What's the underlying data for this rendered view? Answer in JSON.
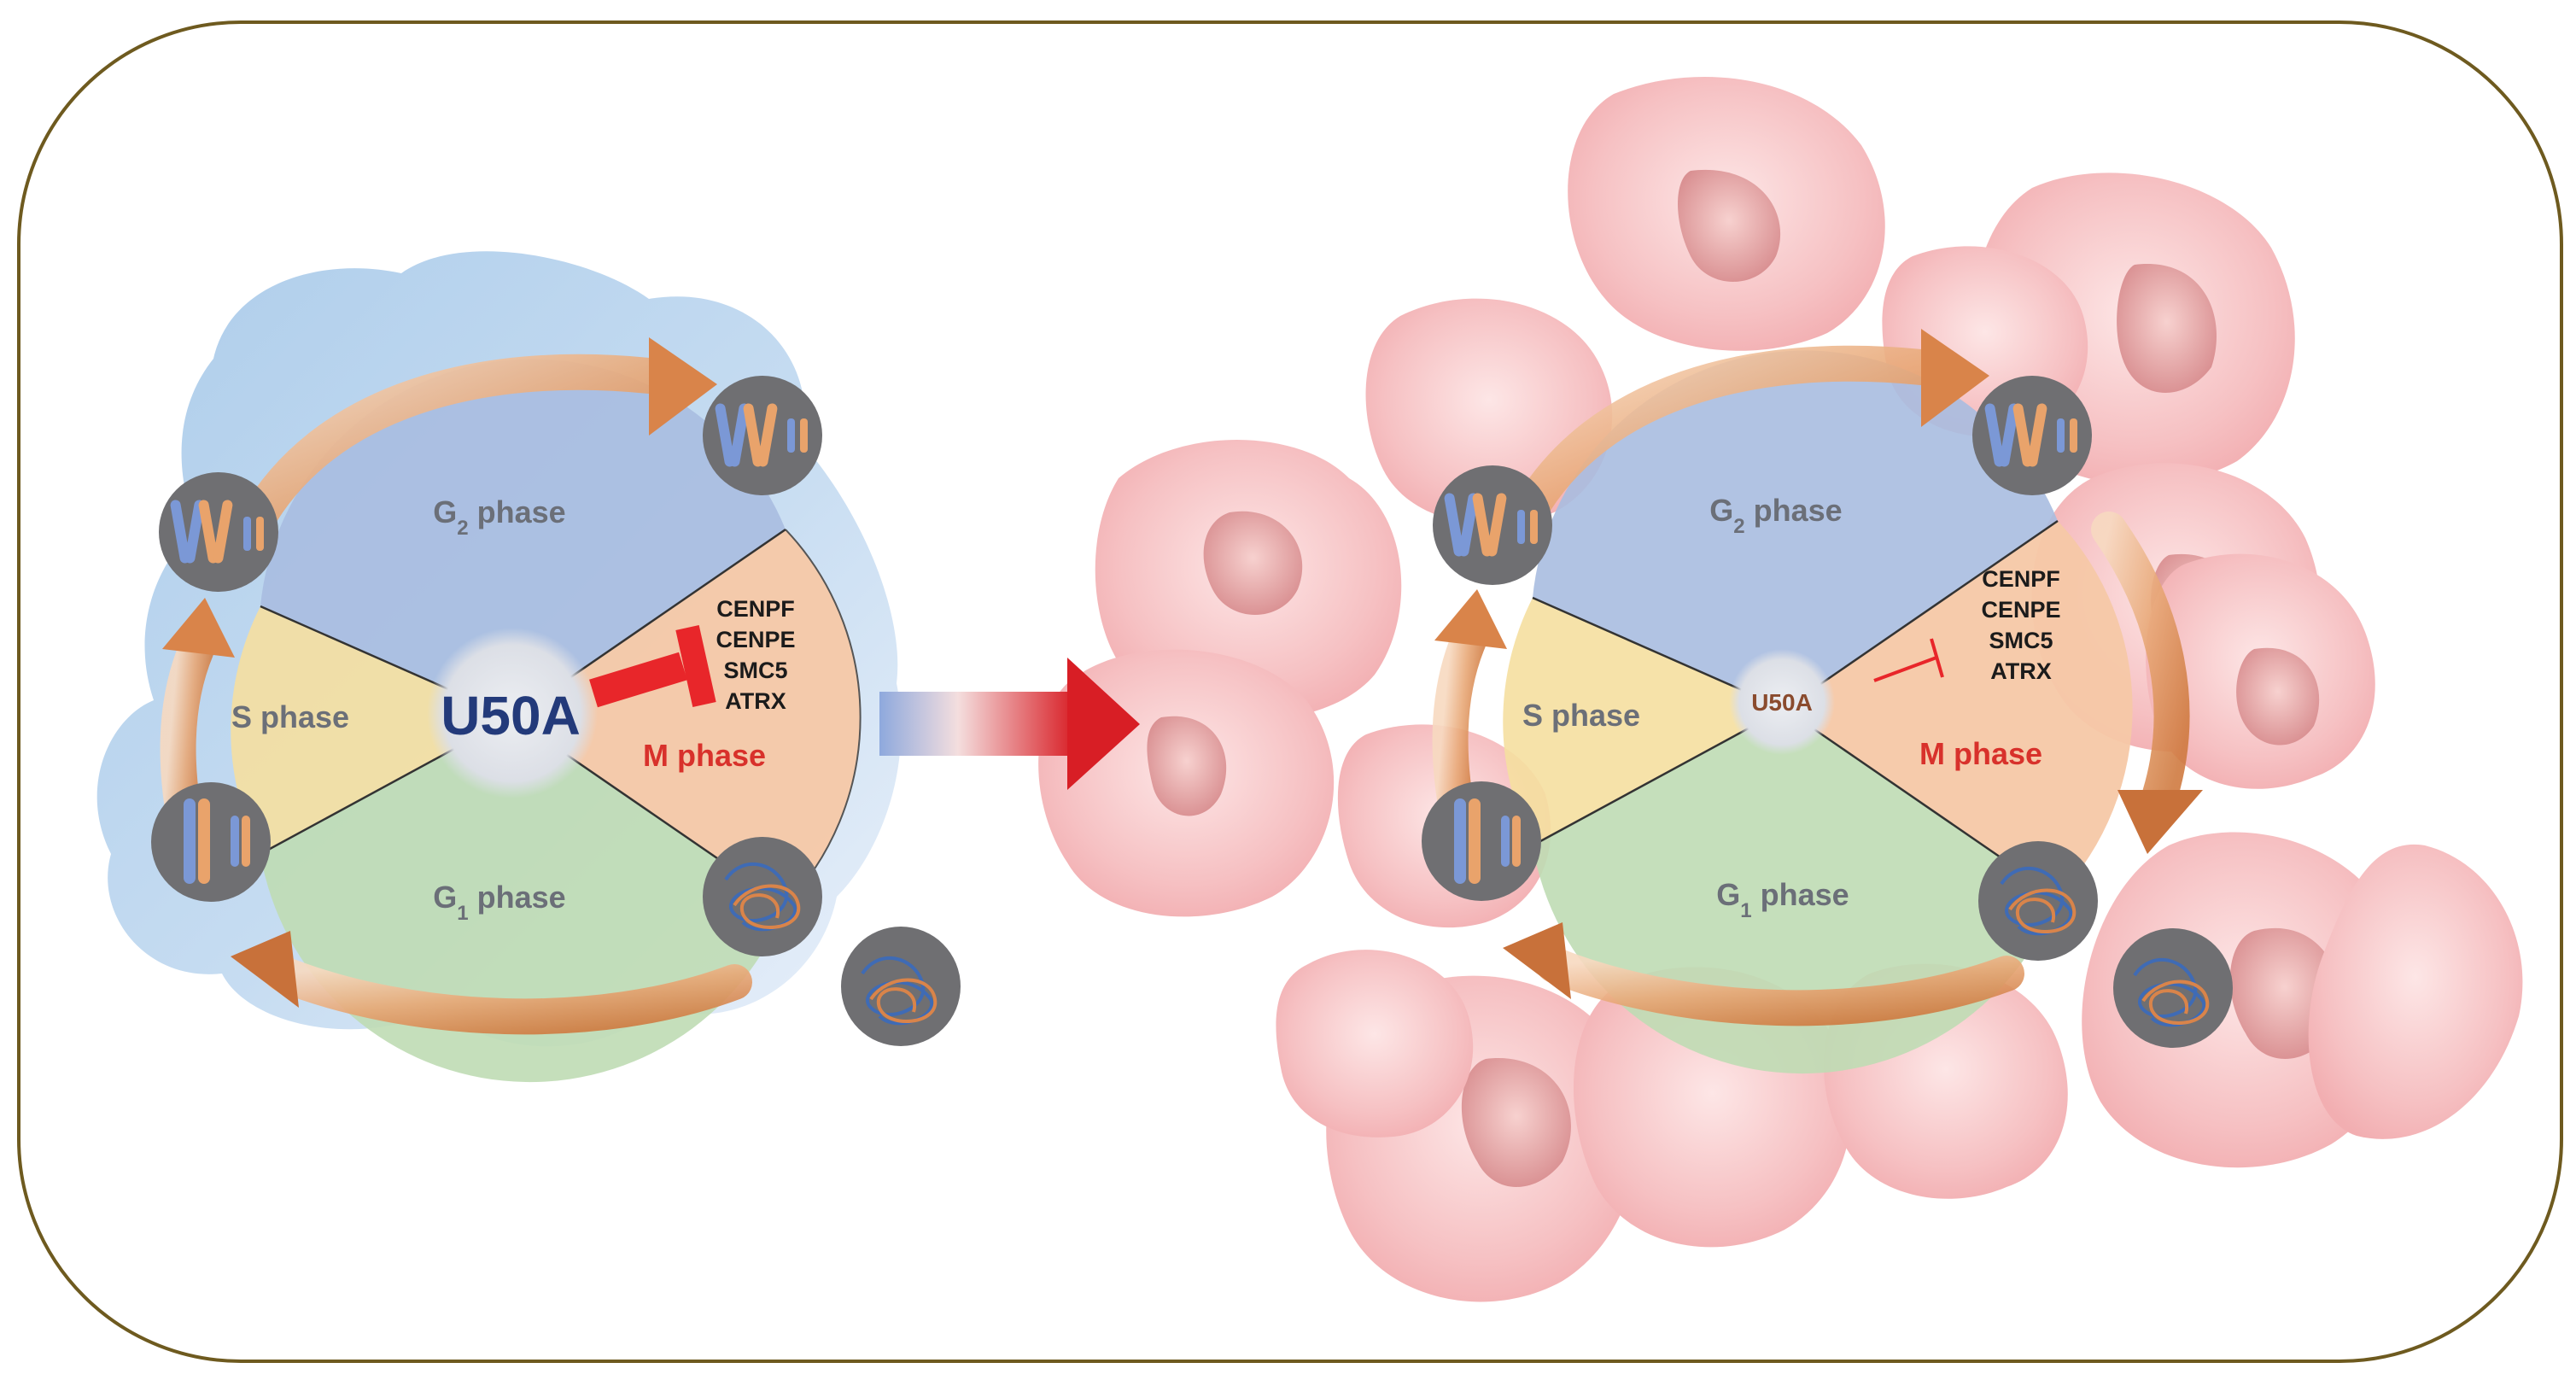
{
  "left_cycle": {
    "g2_label": "G",
    "g2_sub": "2",
    "g2_suffix": " phase",
    "s_label": "S phase",
    "g1_label": "G",
    "g1_sub": "1",
    "g1_suffix": " phase",
    "m_label": "M phase",
    "center_label": "U50A",
    "targets": [
      "CENPF",
      "CENPE",
      "SMC5",
      "ATRX"
    ]
  },
  "right_cycle": {
    "g2_label": "G",
    "g2_sub": "2",
    "g2_suffix": " phase",
    "s_label": "S phase",
    "g1_label": "G",
    "g1_sub": "1",
    "g1_suffix": " phase",
    "m_label": "M phase",
    "center_label": "U50A",
    "targets": [
      "CENPF",
      "CENPE",
      "SMC5",
      "ATRX"
    ]
  },
  "colors": {
    "frame": "#6e5a1f",
    "g2": "#a9bce0",
    "s": "#f5dfa0",
    "g1": "#bfdcb4",
    "m": "#f6c8a6",
    "arrow": "#d9844a",
    "inhibit_strong": "#e8262a",
    "center_dark": "#233a7a",
    "center_brown": "#8a4b2e",
    "chromosome_disc": "#6f6f72",
    "chromosome_blue": "#7b98d6",
    "chromosome_orange": "#e9a36b",
    "tumor_cell": "#f3b3b5"
  }
}
